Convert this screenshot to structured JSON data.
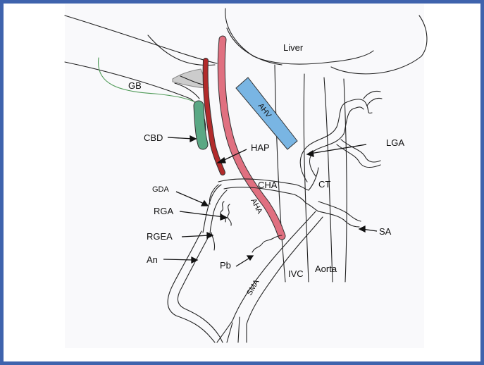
{
  "labels": {
    "liver": "Liver",
    "gb": "GB",
    "ahv": "AHV",
    "cbd": "CBD",
    "hap": "HAP",
    "lga": "LGA",
    "gda": "GDA",
    "cha": "CHA",
    "ct": "CT",
    "rga": "RGA",
    "aha": "AHA",
    "rgea": "RGEA",
    "sa": "SA",
    "an": "An",
    "pb": "Pb",
    "ivc": "IVC",
    "aorta": "Aorta",
    "sma": "SMA"
  },
  "colors": {
    "frame": "#3f63ad",
    "portal_vein": "#b22b2b",
    "hepatic_artery": "#e07080",
    "accessory_vein": "#79b5e3",
    "bile_duct": "#5aa884",
    "gallbladder_outline": "#4f9a57",
    "ink": "#222222"
  }
}
